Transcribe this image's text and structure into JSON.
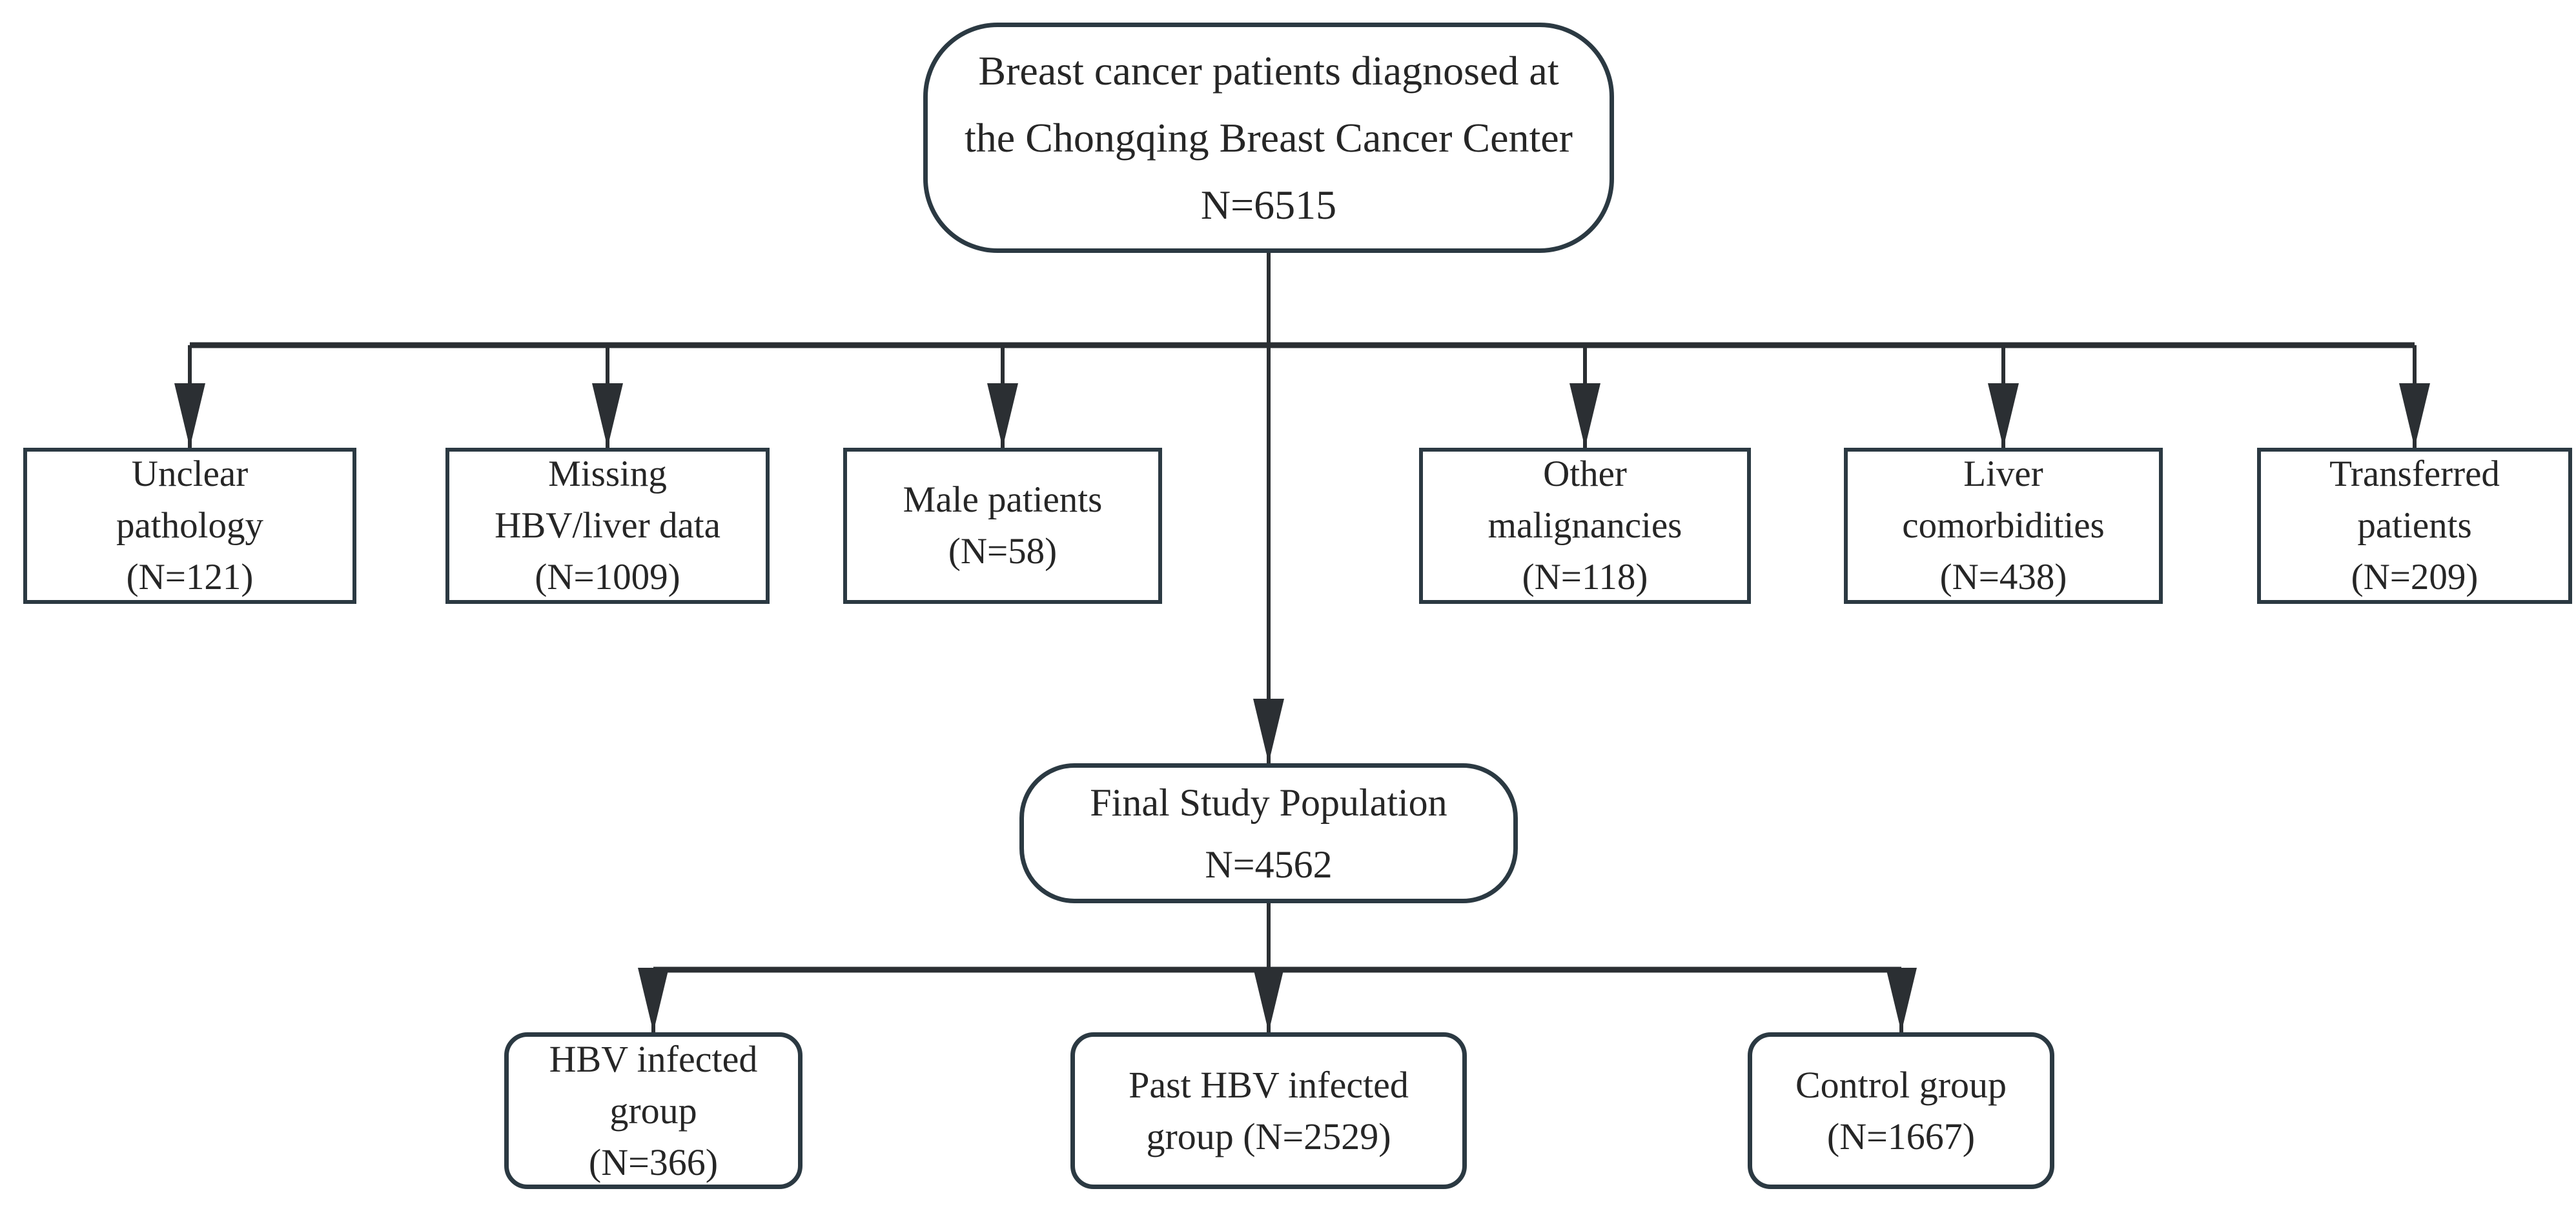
{
  "flowchart": {
    "source": {
      "label": "Breast cancer patients diagnosed at\nthe Chongqing Breast Cancer Center\nN=6515",
      "n": 6515
    },
    "exclusions": [
      {
        "label": "Unclear\npathology\n(N=121)",
        "n": 121
      },
      {
        "label": "Missing\nHBV/liver data\n(N=1009)",
        "n": 1009
      },
      {
        "label": "Male patients\n(N=58)",
        "n": 58
      },
      {
        "label": "Other\nmalignancies\n(N=118)",
        "n": 118
      },
      {
        "label": "Liver\ncomorbidities\n(N=438)",
        "n": 438
      },
      {
        "label": "Transferred\npatients\n(N=209)",
        "n": 209
      }
    ],
    "final": {
      "label": "Final Study Population\nN=4562",
      "n": 4562
    },
    "groups": [
      {
        "label": "HBV infected\ngroup\n(N=366)",
        "n": 366
      },
      {
        "label": "Past HBV infected\ngroup  (N=2529)",
        "n": 2529
      },
      {
        "label": "Control group\n(N=1667)",
        "n": 1667
      }
    ],
    "edges": [
      {
        "from": "source",
        "to": "exclusions"
      },
      {
        "from": "source",
        "to": "final"
      },
      {
        "from": "final",
        "to": "groups"
      }
    ],
    "colors": {
      "background": "#ffffff",
      "box_border": "#2b3942",
      "line": "#2b2f33",
      "text": "#262626"
    }
  }
}
